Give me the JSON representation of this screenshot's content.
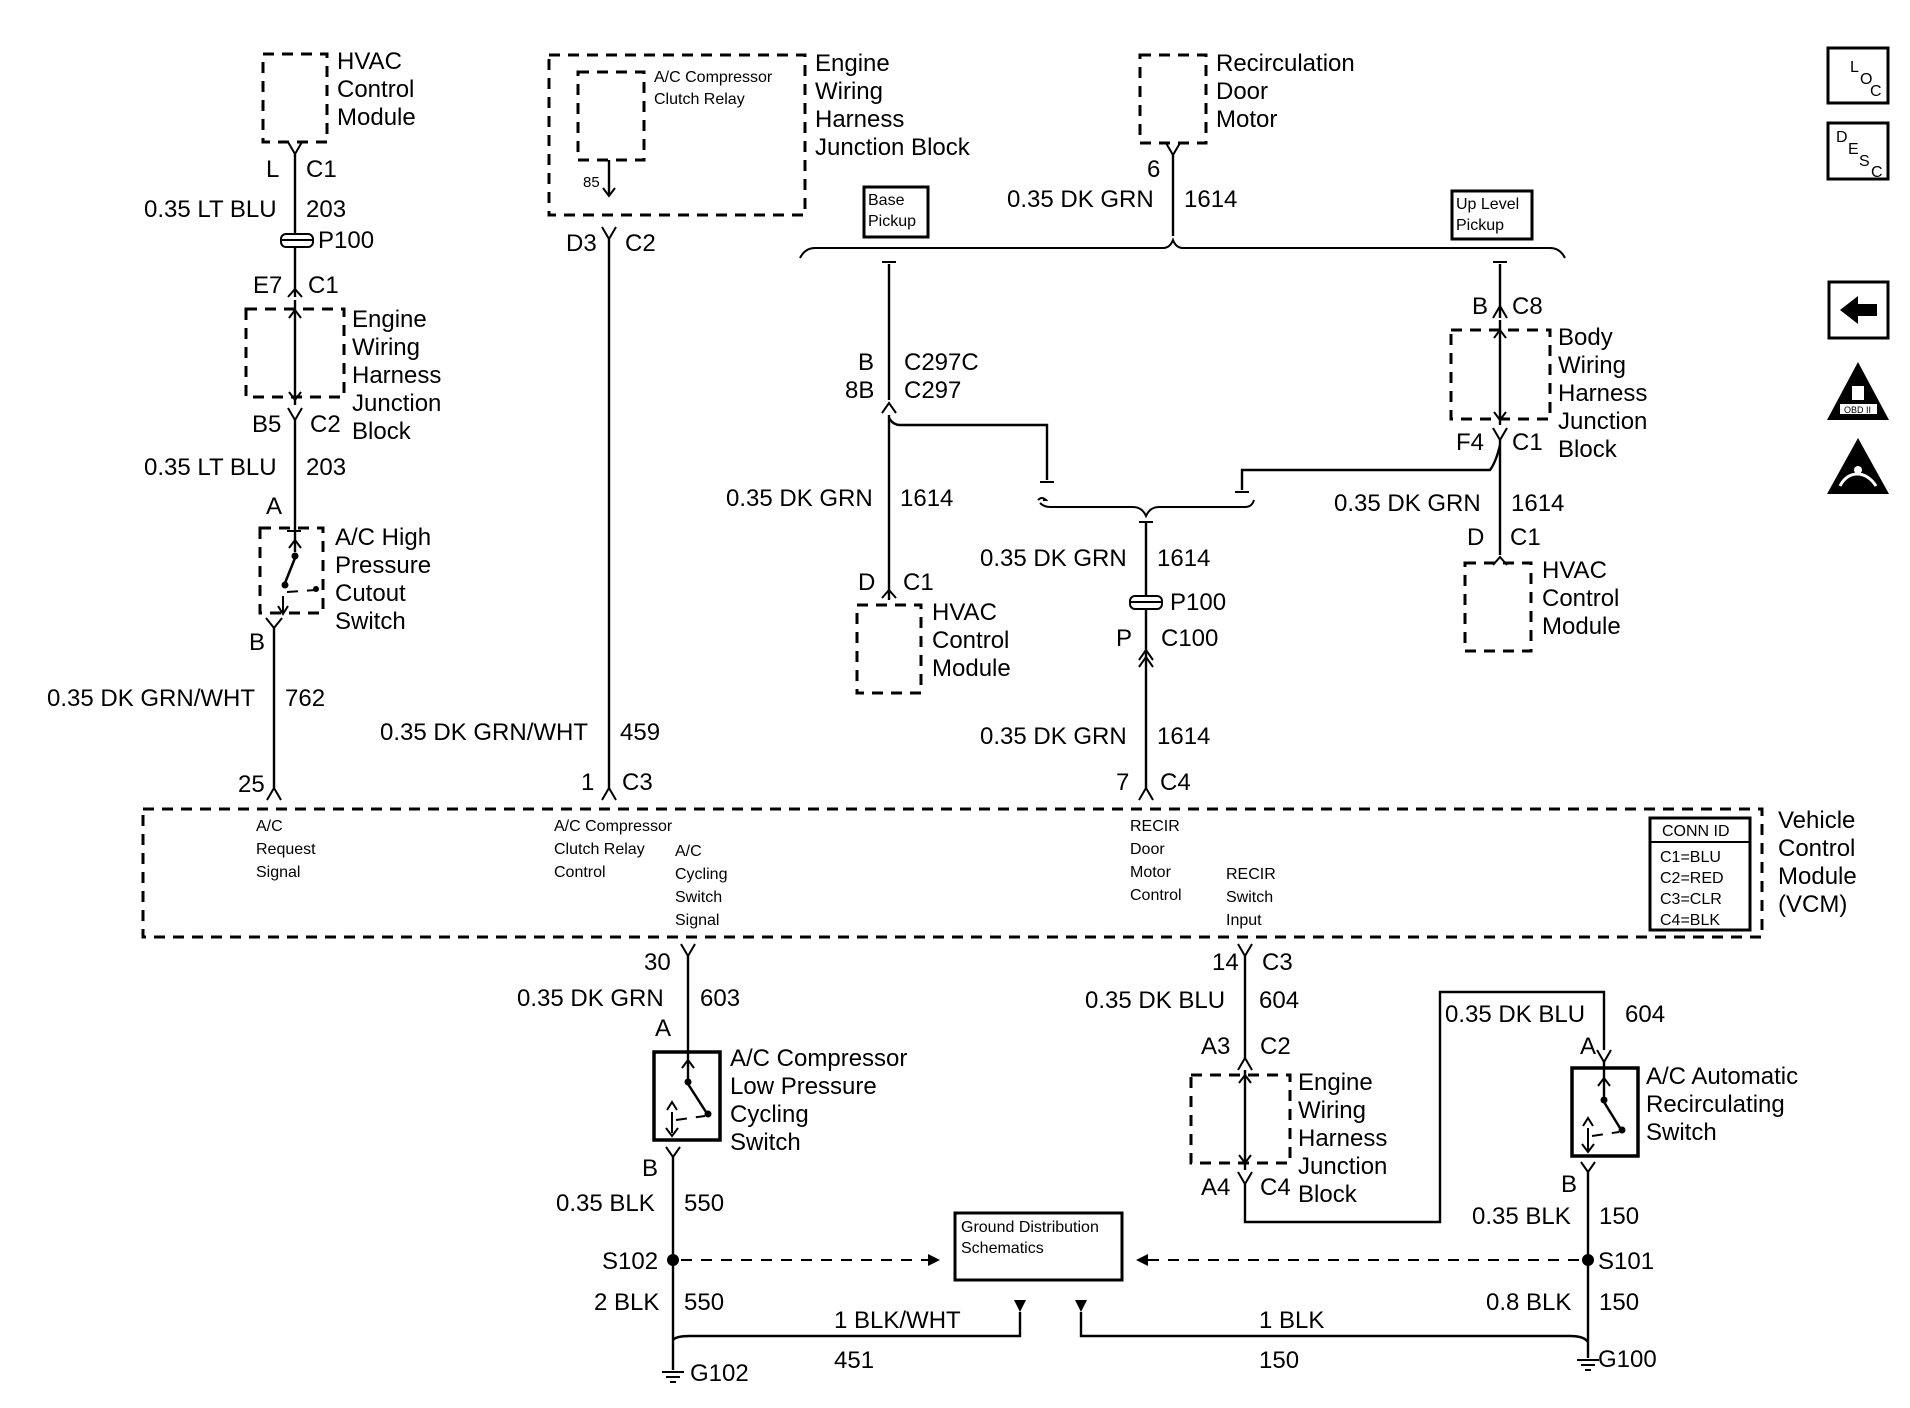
{
  "icons": {
    "loc": "LOC",
    "desc": "DESC",
    "back": "back-arrow-icon",
    "obd": "OBD II",
    "esd": "esd-warning-icon"
  },
  "hvac_top": {
    "name": [
      "HVAC",
      "Control",
      "Module"
    ],
    "pin": "L",
    "conn": "C1",
    "wire_size_color": "0.35 LT BLU",
    "circuit": "203"
  },
  "p100_left": "P100",
  "ewhjb_left": {
    "name": [
      "Engine",
      "Wiring",
      "Harness",
      "Junction",
      "Block"
    ],
    "top_pin": "E7",
    "top_conn": "C1",
    "bot_pin": "B5",
    "bot_conn": "C2"
  },
  "wire_203_lower": {
    "size_color": "0.35 LT BLU",
    "circuit": "203"
  },
  "high_pressure_switch": {
    "name": [
      "A/C High",
      "Pressure",
      "Cutout",
      "Switch"
    ],
    "pin_a": "A",
    "pin_b": "B"
  },
  "wire_762": {
    "size_color": "0.35 DK GRN/WHT",
    "circuit": "762"
  },
  "relay_block": {
    "relay_name": [
      "A/C Compressor",
      "Clutch Relay"
    ],
    "block_name": [
      "Engine",
      "Wiring",
      "Harness",
      "Junction Block"
    ],
    "pin": "85",
    "conn_pin": "D3",
    "conn": "C2"
  },
  "wire_459": {
    "size_color": "0.35 DK GRN/WHT",
    "circuit": "459"
  },
  "recirc_motor": {
    "name": [
      "Recirculation",
      "Door",
      "Motor"
    ],
    "pin": "6",
    "wire_size_color": "0.35 DK GRN",
    "circuit": "1614"
  },
  "base_pickup": [
    "Base",
    "Pickup"
  ],
  "up_level_pickup": [
    "Up Level",
    "Pickup"
  ],
  "c297": {
    "pin_b": "B",
    "conn_b": "C297C",
    "pin_8b": "8B",
    "conn_8b": "C297"
  },
  "wire_1614_left": {
    "size_color": "0.35 DK GRN",
    "circuit": "1614"
  },
  "hvac_mid": {
    "name": [
      "HVAC",
      "Control",
      "Module"
    ],
    "pin": "D",
    "conn": "C1"
  },
  "wire_1614_center": {
    "size_color": "0.35 DK GRN",
    "circuit": "1614"
  },
  "p100_center": "P100",
  "c100": {
    "pin": "P",
    "conn": "C100"
  },
  "wire_1614_center_lower": {
    "size_color": "0.35 DK GRN",
    "circuit": "1614"
  },
  "bwhjb": {
    "name": [
      "Body",
      "Wiring",
      "Harness",
      "Junction",
      "Block"
    ],
    "top_pin": "B",
    "top_conn": "C8",
    "bot_pin": "F4",
    "bot_conn": "C1"
  },
  "wire_1614_right": {
    "size_color": "0.35 DK GRN",
    "circuit": "1614"
  },
  "hvac_right": {
    "name": [
      "HVAC",
      "Control",
      "Module"
    ],
    "pin": "D",
    "conn": "C1"
  },
  "vcm": {
    "name": [
      "Vehicle",
      "Control",
      "Module",
      "(VCM)"
    ],
    "pin_25": "25",
    "pin_1": "1",
    "conn_c3": "C3",
    "pin_7": "7",
    "conn_c4": "C4",
    "pin_30": "30",
    "pin_14": "14",
    "conn_c3_bottom": "C3",
    "ac_request": [
      "A/C",
      "Request",
      "Signal"
    ],
    "relay_control": [
      "A/C Compressor",
      "Clutch Relay",
      "Control"
    ],
    "cycling_signal": [
      "A/C",
      "Cycling",
      "Switch",
      "Signal"
    ],
    "recir_control": [
      "RECIR",
      "Door",
      "Motor",
      "Control"
    ],
    "recir_input": [
      "RECIR",
      "Switch",
      "Input"
    ]
  },
  "conn_id": {
    "title": "CONN ID",
    "items": [
      "C1=BLU",
      "C2=RED",
      "C3=CLR",
      "C4=BLK"
    ]
  },
  "wire_603": {
    "size_color": "0.35 DK GRN",
    "circuit": "603"
  },
  "low_pressure_switch": {
    "name": [
      "A/C Compressor",
      "Low Pressure",
      "Cycling",
      "Switch"
    ],
    "pin_a": "A",
    "pin_b": "B"
  },
  "wire_550": {
    "size_color": "0.35 BLK",
    "circuit": "550"
  },
  "s102": "S102",
  "wire_550_lower": {
    "size_color": "2 BLK",
    "circuit": "550"
  },
  "g102": "G102",
  "wire_451": {
    "size_color": "1 BLK/WHT",
    "circuit": "451"
  },
  "ground_dist": [
    "Ground Distribution",
    "Schematics"
  ],
  "wire_604_left": {
    "size_color": "0.35 DK BLU",
    "circuit": "604"
  },
  "ewhjb_right": {
    "name": [
      "Engine",
      "Wiring",
      "Harness",
      "Junction",
      "Block"
    ],
    "top_pin": "A3",
    "top_conn": "C2",
    "bot_pin": "A4",
    "bot_conn": "C4"
  },
  "wire_604_right": {
    "size_color": "0.35 DK BLU",
    "circuit": "604"
  },
  "auto_recirc_switch": {
    "name": [
      "A/C Automatic",
      "Recirculating",
      "Switch"
    ],
    "pin_a": "A",
    "pin_b": "B"
  },
  "wire_150": {
    "size_color": "0.35 BLK",
    "circuit": "150"
  },
  "s101": "S101",
  "wire_150_lower": {
    "size_color": "0.8 BLK",
    "circuit": "150"
  },
  "g100": "G100",
  "wire_150_ground": {
    "size_color": "1 BLK",
    "circuit": "150"
  }
}
